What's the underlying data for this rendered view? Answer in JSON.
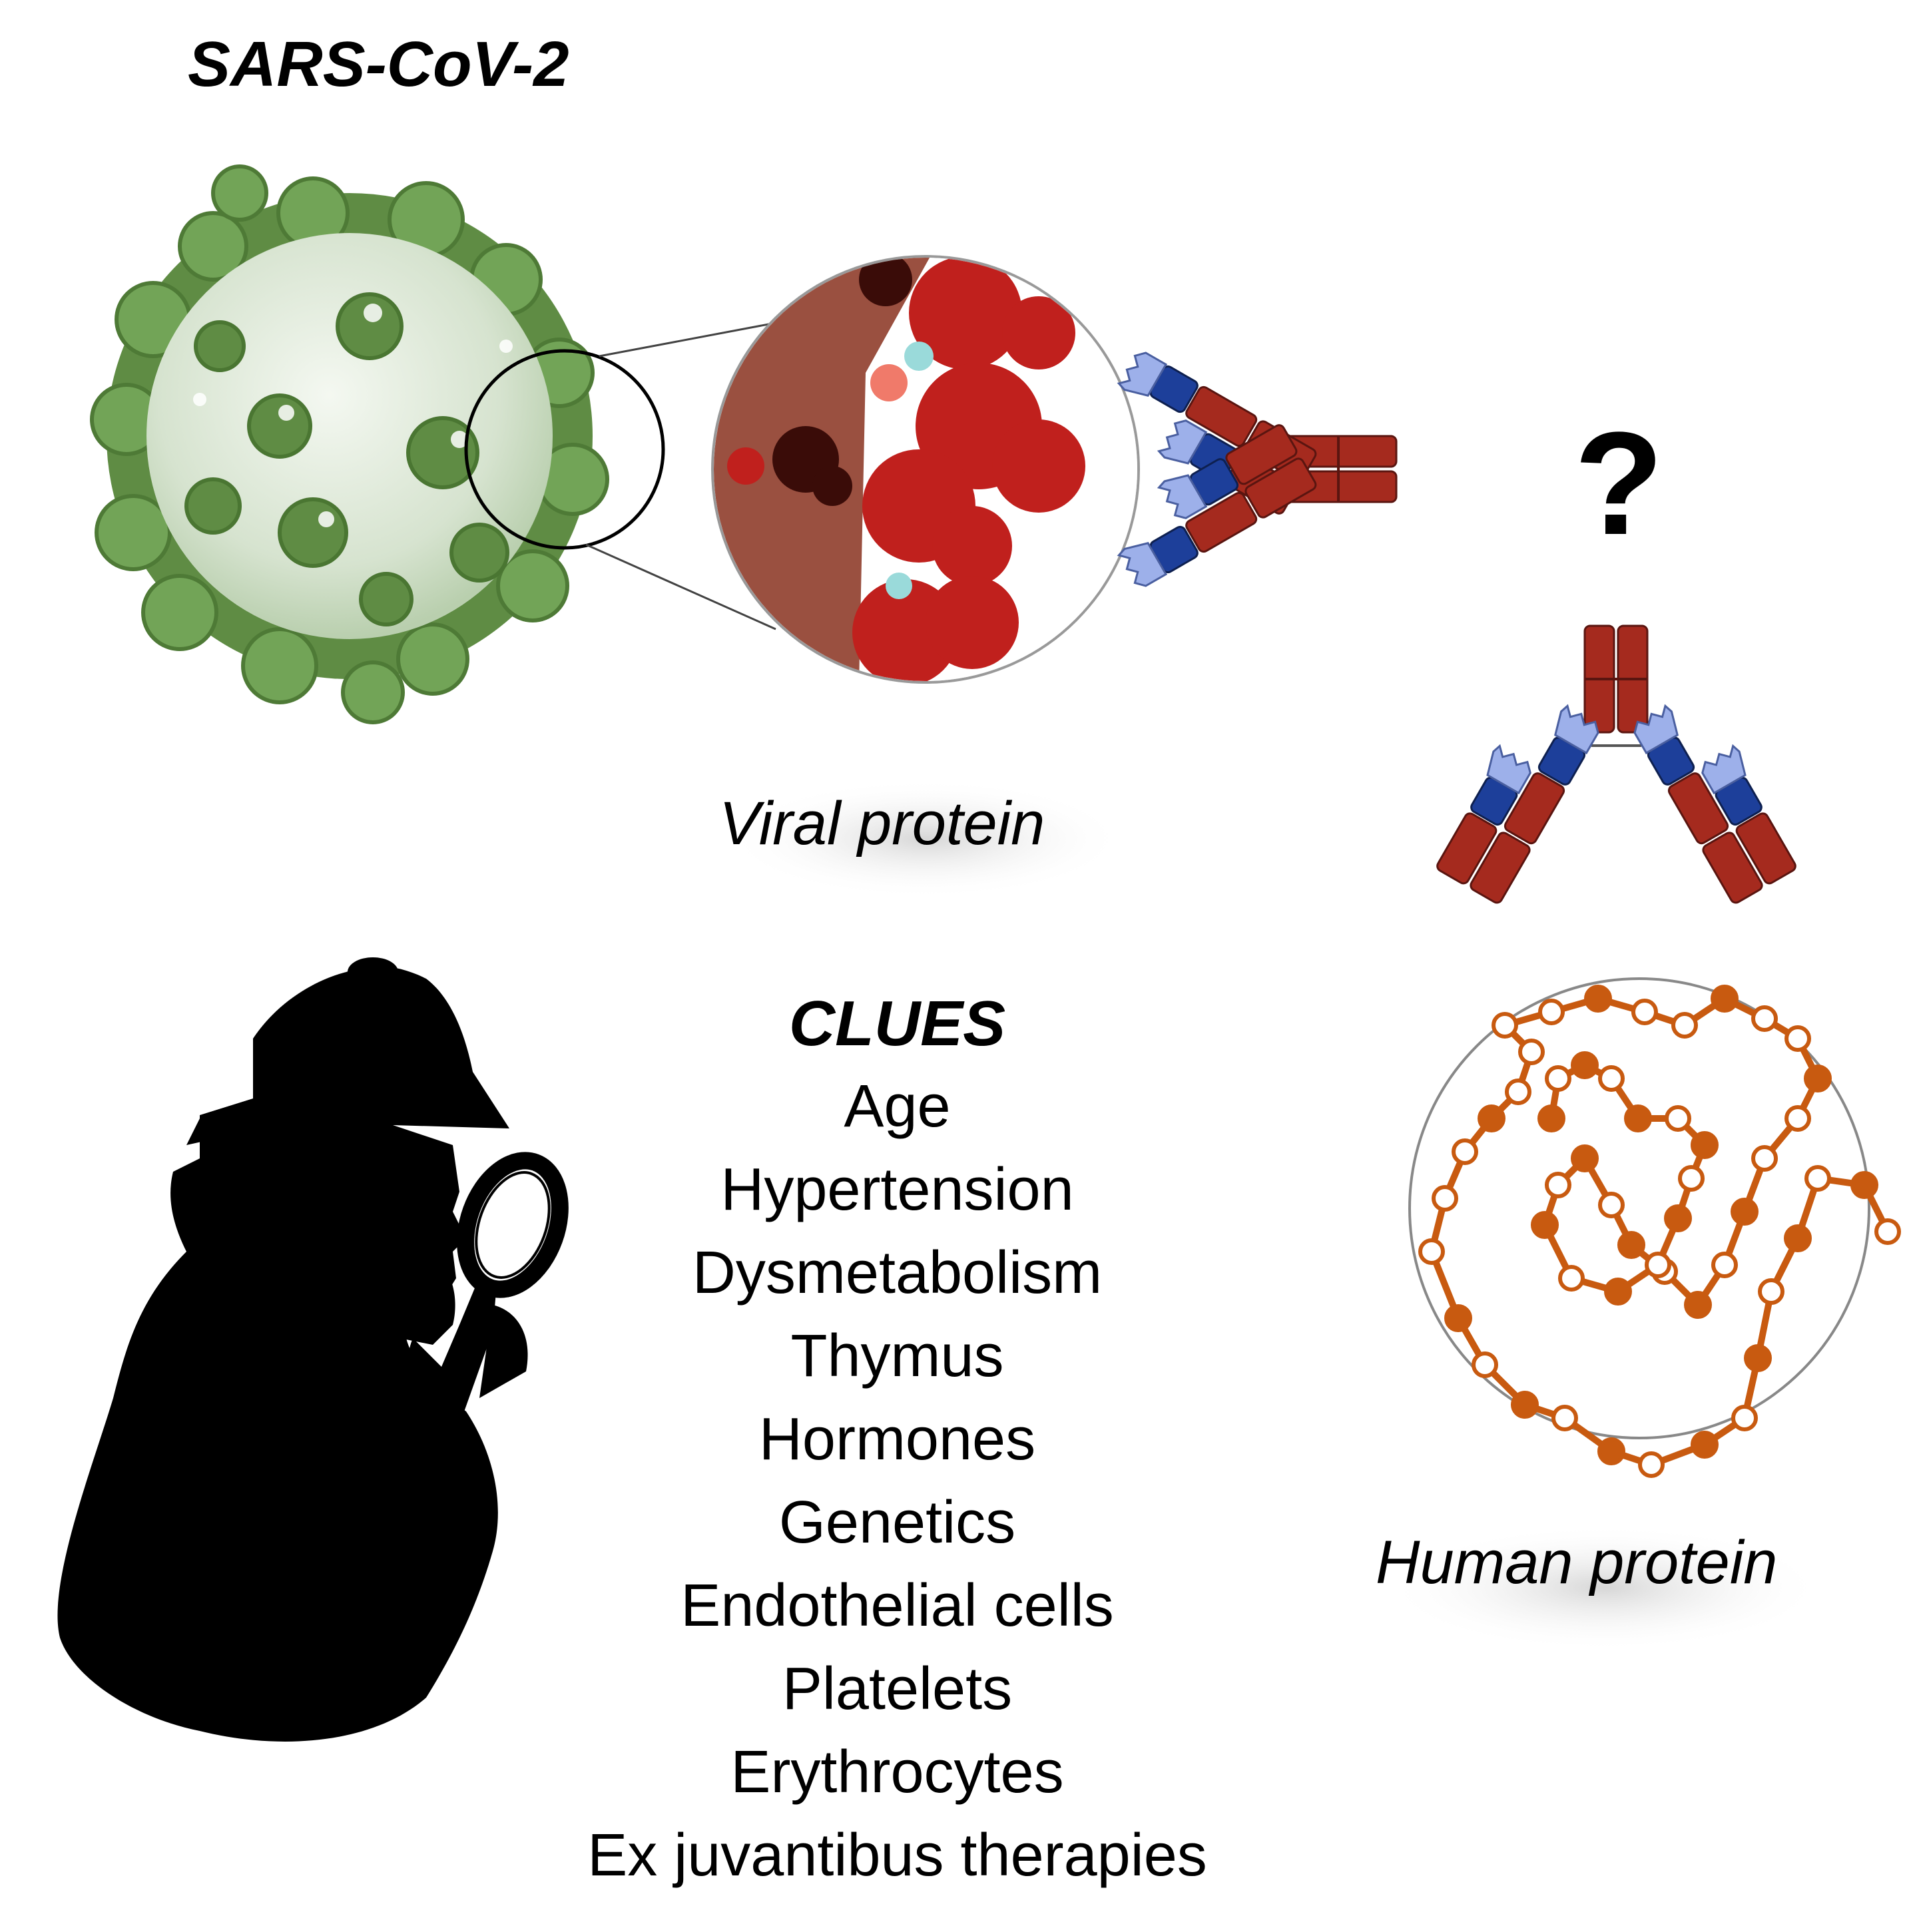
{
  "title": "SARS-CoV-2",
  "viral_label": "Viral protein",
  "human_label": "Human protein",
  "question": "?",
  "clues": {
    "title": "CLUES",
    "items": [
      "Age",
      "Hypertension",
      "Dysmetabolism",
      "Thymus",
      "Hormones",
      "Genetics",
      "Endothelial cells",
      "Platelets",
      "Erythrocytes",
      "Ex juvantibus therapies"
    ]
  },
  "colors": {
    "virus_spike": "#6f9a52",
    "virus_body": "#d9e6d2",
    "viral_protein": "#c0201d",
    "antibody_heavy": "#a52a1e",
    "antibody_variable": "#1d3f9a",
    "antibody_tip": "#9db0ea",
    "human_protein": "#c85a10"
  },
  "icons": [
    "virus-icon",
    "viral-protein-icon",
    "antibody-icon",
    "detective-icon",
    "magnifier-icon",
    "human-protein-icon"
  ]
}
